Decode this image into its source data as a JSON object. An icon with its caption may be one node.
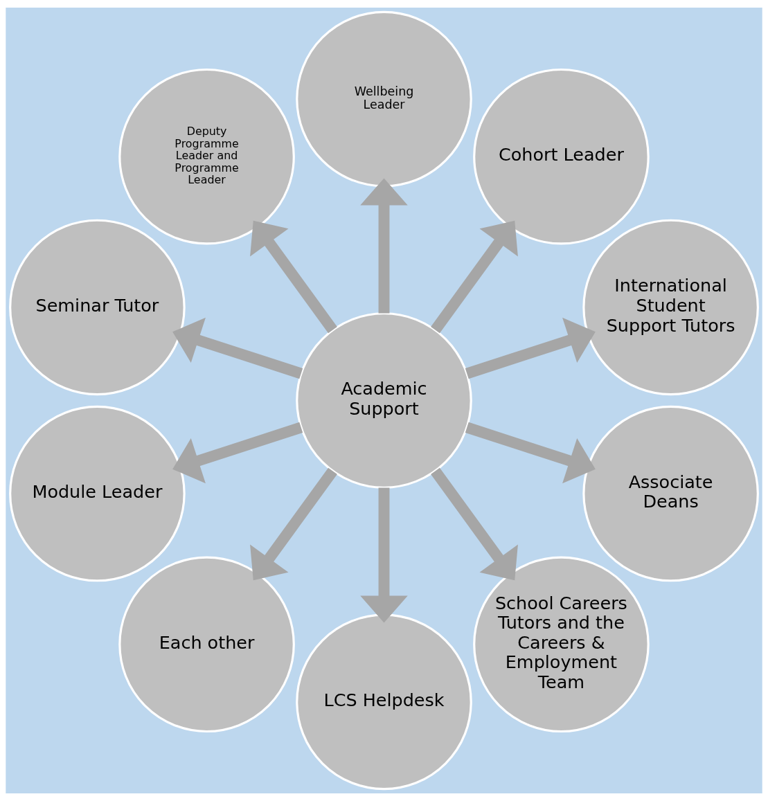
{
  "diagram": {
    "nodes": [
      {
        "text": [
          "Academic Support"
        ]
      },
      {
        "text": [
          "International Student Support Tutors"
        ]
      },
      {
        "text": [
          "Cohort Leader"
        ]
      },
      {
        "text": [
          "Wellbeing Leader"
        ]
      },
      {
        "text": [
          "Deputy Programme Leader and Programme Leader"
        ]
      },
      {
        "text": [
          "Seminar Tutor"
        ]
      },
      {
        "text": [
          "Module Leader"
        ]
      },
      {
        "text": [
          "Each other"
        ]
      },
      {
        "text": [
          "LCS Helpdesk"
        ]
      },
      {
        "text": [
          "School Careers Tutors and the Careers & Employment Team"
        ]
      },
      {
        "text": [
          "Associate Deans"
        ]
      }
    ],
    "edges": [
      {
        "from": 0,
        "to": 1,
        "arrow": "to"
      },
      {
        "from": 0,
        "to": 2,
        "arrow": "to"
      },
      {
        "from": 0,
        "to": 3,
        "arrow": "to"
      },
      {
        "from": 0,
        "to": 4,
        "arrow": "to"
      },
      {
        "from": 0,
        "to": 5,
        "arrow": "to"
      },
      {
        "from": 0,
        "to": 6,
        "arrow": "to"
      },
      {
        "from": 0,
        "to": 7,
        "arrow": "to"
      },
      {
        "from": 0,
        "to": 8,
        "arrow": "to"
      },
      {
        "from": 0,
        "to": 9,
        "arrow": "to"
      },
      {
        "from": 0,
        "to": 10,
        "arrow": "to"
      }
    ]
  }
}
